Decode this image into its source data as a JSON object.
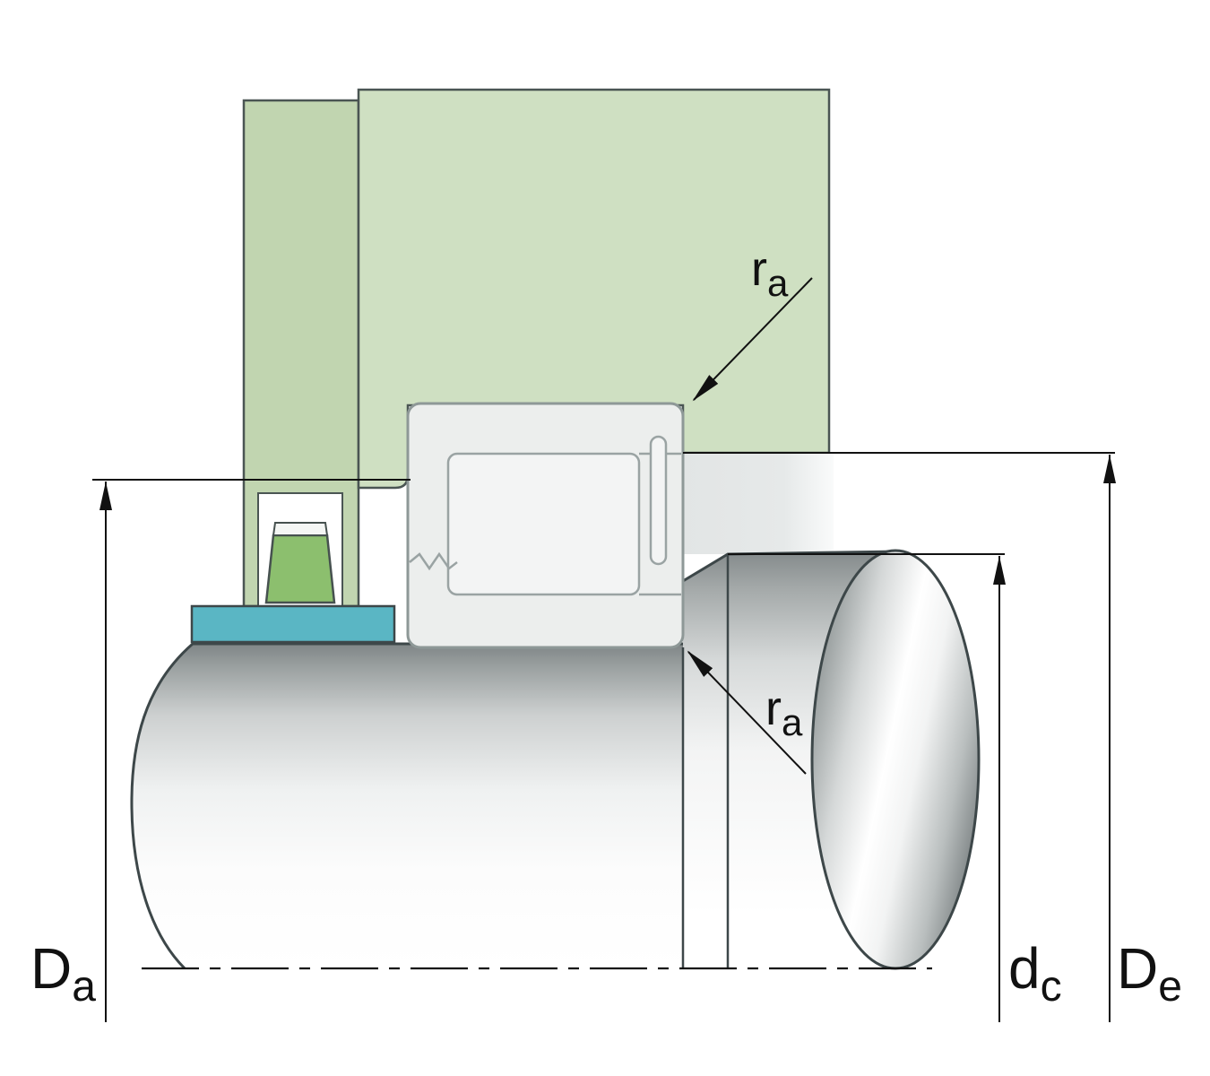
{
  "figure": {
    "labels": {
      "Da": {
        "main": "D",
        "sub": "a"
      },
      "De": {
        "main": "D",
        "sub": "e"
      },
      "dc": {
        "main": "d",
        "sub": "c"
      },
      "ra_top": {
        "main": "r",
        "sub": "a"
      },
      "ra_bottom": {
        "main": "r",
        "sub": "a"
      }
    },
    "colors": {
      "housing_main_green": "#cfe0c2",
      "housing_strip_green": "#c1d5b0",
      "seal_carrier_teal": "#5ab6c4",
      "seal_element_green": "#8cbf6e",
      "bearing_body_gray": "#eceeed",
      "bearing_inner_gray": "#f3f4f4",
      "shaft_dark_gray": "#7f8586",
      "outline_dark": "#3d4749",
      "outline_green": "#4a5553",
      "dimension_black": "#111111"
    }
  }
}
